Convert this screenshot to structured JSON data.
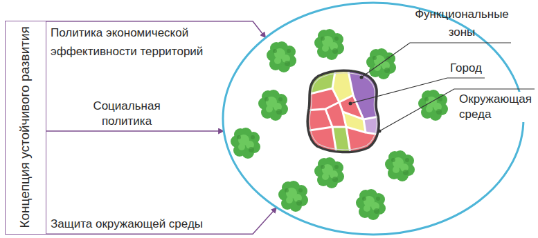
{
  "diagram": {
    "nodes": [
      {
        "text": [
          "Концепция устойчивого развития"
        ]
      },
      {
        "text": [
          "Окружающая среда"
        ]
      },
      {
        "text": [
          "Город"
        ],
        "in": 1
      }
    ],
    "edges": [
      {
        "from": 0,
        "to": 1,
        "arrow": "to",
        "label": "Политика экономической эффективности территорий"
      },
      {
        "from": 0,
        "to": 1,
        "arrow": "to",
        "label": "Социальная политика"
      },
      {
        "from": 0,
        "to": 1,
        "arrow": "to",
        "label": "Защита окружающей среды"
      }
    ],
    "labels": [
      "Функциональные зоны"
    ]
  }
}
